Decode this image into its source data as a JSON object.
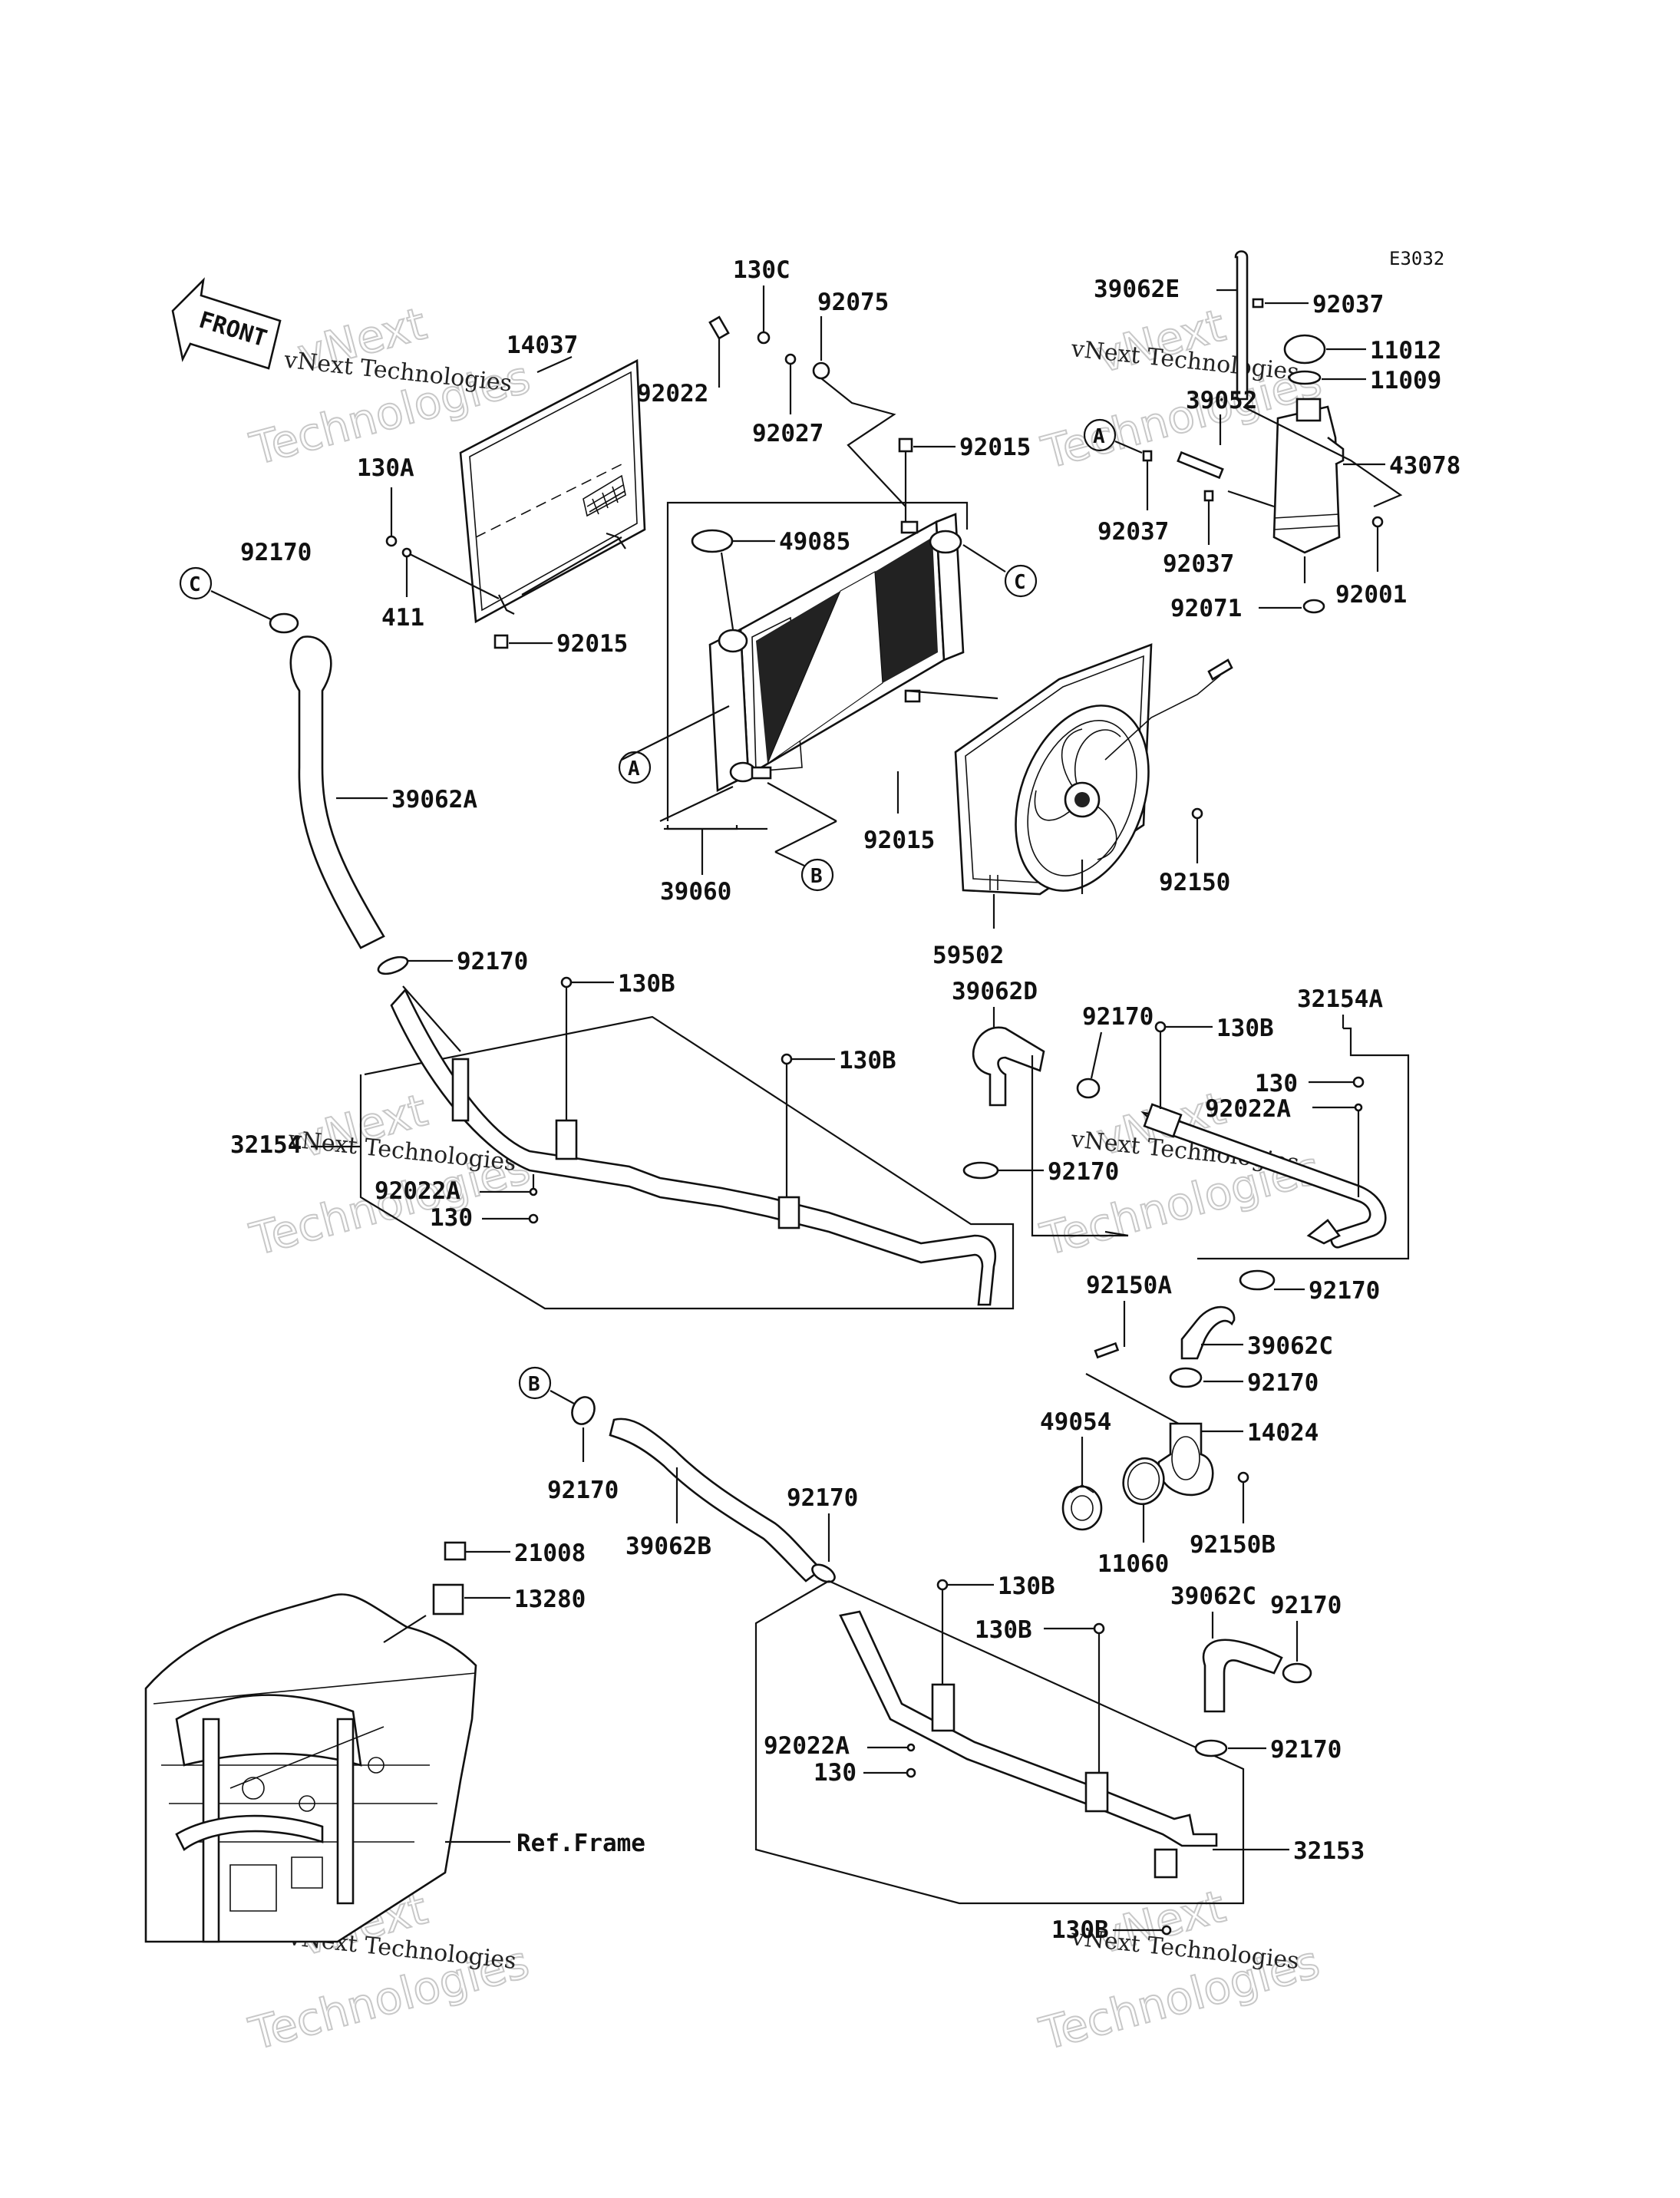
{
  "diagram": {
    "code": "E3032",
    "front_label": "FRONT",
    "watermark_line1": "vNext Technologies",
    "watermark_big1": "vNext",
    "watermark_big2": "Technologies",
    "ref_frame_label": "Ref.Frame",
    "ref_markers": [
      "A",
      "B",
      "C"
    ],
    "part_labels": {
      "p14037": "14037",
      "p130A": "130A",
      "p411": "411",
      "p92015_grill": "92015",
      "p92170_top": "92170",
      "p39062A": "39062A",
      "p92170_a": "92170",
      "p130C": "130C",
      "p92075": "92075",
      "p92022": "92022",
      "p92027": "92027",
      "p92015_top": "92015",
      "p49085": "49085",
      "p39060": "39060",
      "p92015_mid": "92015",
      "p39062E": "39062E",
      "p92037_top": "92037",
      "p11012": "11012",
      "p11009": "11009",
      "p39052": "39052",
      "p43078": "43078",
      "p92037_a": "92037",
      "p92037_b": "92037",
      "p92001": "92001",
      "p92071": "92071",
      "p92150": "92150",
      "p59502": "59502",
      "p130B_1": "130B",
      "p130B_2": "130B",
      "p32154": "32154",
      "p92022A_1": "92022A",
      "p130_1": "130",
      "p39062D": "39062D",
      "p92170_b": "92170",
      "p130B_3": "130B",
      "p32154A": "32154A",
      "p130_2": "130",
      "p92022A_2": "92022A",
      "p92170_c": "92170",
      "p92170_d": "92170",
      "p92150A": "92150A",
      "p39062C_1": "39062C",
      "p92170_e": "92170",
      "p49054": "49054",
      "p14024": "14024",
      "p11060": "11060",
      "p92150B": "92150B",
      "p92170_f": "92170",
      "p39062B": "39062B",
      "p92170_g": "92170",
      "p21008": "21008",
      "p13280": "13280",
      "p130B_4": "130B",
      "p130B_5": "130B",
      "p39062C_2": "39062C",
      "p92170_h": "92170",
      "p92022A_3": "92022A",
      "p130_3": "130",
      "p92170_i": "92170",
      "p32153": "32153",
      "p130B_6": "130B"
    }
  }
}
